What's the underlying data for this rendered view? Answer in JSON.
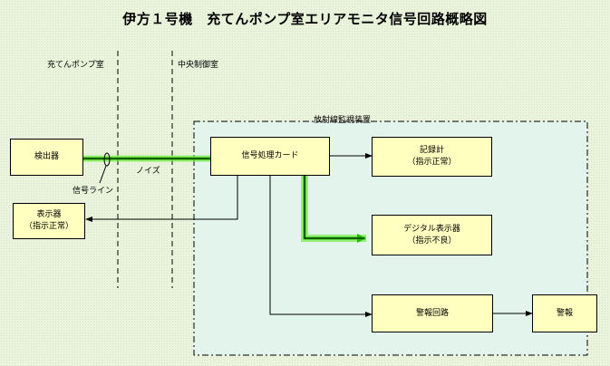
{
  "title": "伊方１号機　充てんポンプ室エリアモニタ信号回路概略図",
  "zones": {
    "pump_room": "充てんポンプ室",
    "control_room": "中央制御室",
    "monitor_device": "放射線監視装置"
  },
  "boxes": {
    "detector": "検出器",
    "display": {
      "line1": "表示器",
      "line2": "（指示正常）"
    },
    "signal_card": "信号処理カード",
    "recorder": {
      "line1": "記録計",
      "line2": "（指示正常）"
    },
    "digital_display": {
      "line1": "デジタル表示器",
      "line2": "（指示不良）"
    },
    "alarm_circuit": "警報回路",
    "alarm": "警報"
  },
  "labels": {
    "signal_line": "信号ライン",
    "noise": "ノイズ"
  },
  "colors": {
    "background": "#eaf4dc",
    "box_fill": "#ffffc0",
    "monitor_fill": "#e2f4ec",
    "noise_path": "#33cc00"
  }
}
